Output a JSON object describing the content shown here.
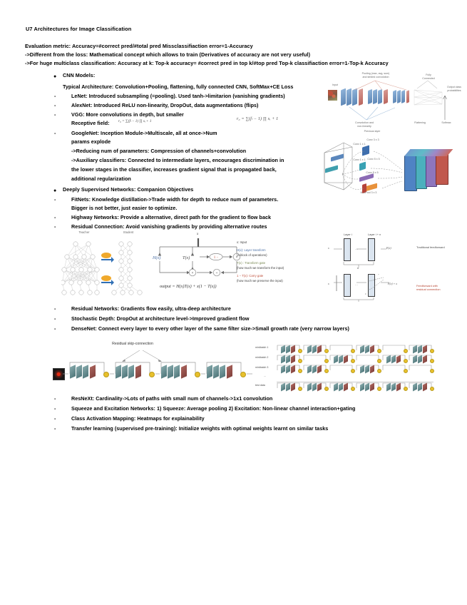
{
  "document": {
    "title": "U7 Architectures for Image Classification",
    "intro": [
      "Evaluation metric: Accuracy=#correct pred/#total pred   Missclassifiaction error=1-Accuracy",
      "->Different from the loss: Mathematical concept which allows to train (Derivatives of accuracy are not very useful)",
      "->For huge multiclass classification: Accuracy at k: Top-k accuracy= #correct pred in top k/#top pred  Top-k classifiaction error=1-Top-k Accuracy"
    ],
    "sections": [
      {
        "heading": "CNN Models:",
        "intro": "Typical Architecture: Convolution+Pooling, flattening, fully connected CNN, SoftMax+CE Loss",
        "items": [
          {
            "label": "LeNet: Introduced subsampling (=pooling). Used tanh->limitarion (vanishing gradients)"
          },
          {
            "label": "AlexNet: Introduced ReLU non-linearity, DropOut, data augmentations (flips)"
          },
          {
            "label": "VGG: More convolutions in depth, but smaller"
          },
          {
            "label": "Receptive field:",
            "is_subnote": true,
            "formula": "r₀ = ∑(fₗ − 1) ∏ sᵢ + 1"
          },
          {
            "label": "GoogleNet: Inception Module->Multiscale, all at once->Num"
          },
          {
            "label": "params explode",
            "is_cont": true
          },
          {
            "label": "->Reducing num of parameters: Compression of channels+convolution",
            "is_cont": true
          },
          {
            "label": "->Auxiliary classifiers: Connected to intermediate layers, encourages discrimination in",
            "is_cont": true
          },
          {
            "label": "the lower stages in the classifier, increases gradient signal that is propagated back,",
            "is_cont": true
          },
          {
            "label": "additional regularization",
            "is_cont": true
          }
        ]
      },
      {
        "heading": "Deeply Supervised Networks: Companion Objectives",
        "items": [
          {
            "label": "FitNets:  Knowledge distillation->Trade width for depth to reduce num of parameters."
          },
          {
            "label": "Bigger is not better, just easier to optimize.",
            "is_cont": true
          },
          {
            "label": "Highway Networks: Provide a alternative, direct path for the gradient to flow back"
          },
          {
            "label": "Residual Connection: Avoid vanishing gradients by providing alternative routes"
          },
          {
            "label": "Residual Networks: Gradients flow easily, ultra-deep architecture"
          },
          {
            "label": "Stochastic Depth: DropOut at architecture level->Improved gradient flow"
          },
          {
            "label": "DenseNet: Connect every layer to every other layer of the same filter size->Small growth rate (very narrow layers)"
          },
          {
            "label": "ResNeXt: Cardinality->Lots of paths with small num of channels->1x1 convolution"
          },
          {
            "label": "Squeeze and Excitation Networks: 1) Squeeze: Average pooling 2) Excitation: Non-linear channel interaction+gating"
          },
          {
            "label": "Class Activation Mapping: Heatmaps for explainability"
          },
          {
            "label": "Transfer learning (supervised pre-training): Initialize weights with optimal weights learnt on similar tasks"
          }
        ]
      }
    ]
  },
  "figures": {
    "cnn_pipeline": {
      "name": "cnn-architecture-diagram",
      "labels": {
        "input": "Input",
        "pooling": "Pooling (max, avg, sum)\nand strided convolution",
        "conv": "Convolution and\nnon-linearity",
        "fully_connected": "Fully\nConnected",
        "flattening": "Flattening",
        "softmax": "Softmax",
        "output": "Output class\nprobabilities"
      }
    },
    "inception": {
      "name": "inception-module-diagram",
      "labels": {
        "conv1x1": "Conv 1 x 1",
        "conv3x3": "Conv 3 x 3",
        "conv5x5": "Conv 5 x 5",
        "conv1x1b": "Conv 1 x 1",
        "maxpool": "MaxPool 3 x 3",
        "prev": "Previous layer"
      }
    },
    "teacher_student": {
      "name": "knowledge-distillation-diagram",
      "labels": {
        "teacher": "Teacher",
        "student": "Student"
      }
    },
    "highway": {
      "name": "highway-network-diagram",
      "nodes": {
        "x": "x",
        "h": "H(x)",
        "t": "T(x)",
        "one_minus": "1 −",
        "mult": "×",
        "mult2": "×",
        "plus": "+"
      },
      "output": "output  =  H(x)T(x) + x(1 − T(x))",
      "legend": [
        "x: Input",
        "H(x): Layer transform",
        "(a block of operations)",
        "T(x) : Transform gate",
        "(how much we transform the input)",
        "1 − T(x): Carry gate",
        "(how much we preserve the input)"
      ]
    },
    "residual_math": {
      "name": "residual-connection-diagram",
      "labels": {
        "layer_i": "Layer i",
        "layer_in": "Layer i + n",
        "top_caption": "Traditional feedforward",
        "bottom_caption": "Feedforward with\nresidual connection",
        "fx_top": "F(x)",
        "fx_bottom": "F(x) + x",
        "input": "x",
        "span": "n"
      }
    },
    "resnet_strip": {
      "name": "residual-skip-connection-diagram",
      "caption": "Residual skip-connection"
    },
    "stochastic_depth": {
      "name": "stochastic-depth-diagram",
      "rows": [
        "minibatch 1",
        "minibatch 2",
        "minibatch 3",
        "...",
        "test data"
      ]
    }
  },
  "colors": {
    "slab_blue": "#5d86b5",
    "slab_red": "#b9655d",
    "teal_block": "#4f767a",
    "dark_red_block": "#81413c",
    "sum_dot": "#e8c02c",
    "accent_red": "#b5422f",
    "layer_fill": "#dbe5f0"
  }
}
